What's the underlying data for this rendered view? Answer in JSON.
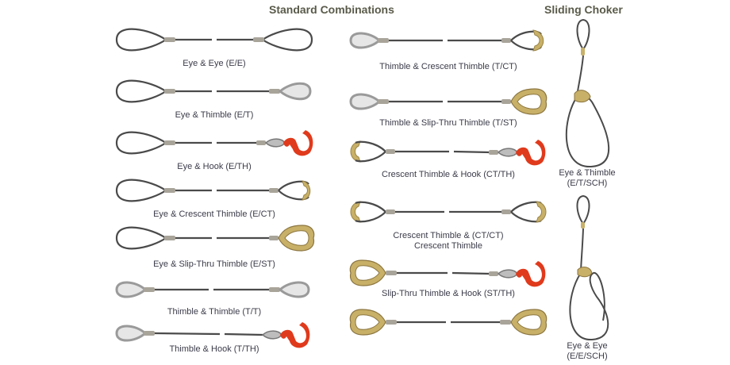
{
  "headings": {
    "standard": "Standard Combinations",
    "choker": "Sliding Choker"
  },
  "colors": {
    "rope": "#4a4a4a",
    "ferrule": "#a9a49a",
    "thimble_steel": "#c9c9c9",
    "crescent_brass": "#c8b068",
    "hook_red": "#e03a1c",
    "heading_text": "#5a5a4a",
    "label_text": "#3b3b4a"
  },
  "left_column": [
    {
      "label": "Eye & Eye (E/E)",
      "left": "eye",
      "right": "eye"
    },
    {
      "label": "Eye & Thimble (E/T)",
      "left": "eye",
      "right": "thimble"
    },
    {
      "label": "Eye & Hook (E/TH)",
      "left": "eye",
      "right": "hook"
    },
    {
      "label": "Eye & Crescent Thimble (E/CT)",
      "left": "eye",
      "right": "crescent"
    },
    {
      "label": "Eye & Slip-Thru Thimble (E/ST)",
      "left": "eye",
      "right": "slipthru"
    },
    {
      "label": "Thimble & Thimble (T/T)",
      "left": "thimble",
      "right": "thimble"
    },
    {
      "label": "Thimble & Hook (T/TH)",
      "left": "thimble",
      "right": "hook"
    }
  ],
  "middle_column": [
    {
      "label": "Thimble & Crescent Thimble (T/CT)",
      "left": "thimble",
      "right": "crescent"
    },
    {
      "label": "Thimble & Slip-Thru Thimble (T/ST)",
      "left": "thimble",
      "right": "slipthru"
    },
    {
      "label": "Crescent Thimble & Hook (CT/TH)",
      "left": "crescent",
      "right": "hook"
    },
    {
      "label": "Crescent Thimble & (CT/CT)",
      "label2": "Crescent Thimble",
      "left": "crescent",
      "right": "crescent"
    },
    {
      "label": "Slip-Thru Thimble & Hook (ST/TH)",
      "left": "slipthru",
      "right": "hook"
    },
    {
      "label": "",
      "left": "slipthru",
      "right": "slipthru"
    }
  ],
  "choker_column": [
    {
      "label": "Eye & Thimble",
      "code": "(E/T/SCH)"
    },
    {
      "label": "Eye & Eye",
      "code": "(E/E/SCH)"
    }
  ]
}
